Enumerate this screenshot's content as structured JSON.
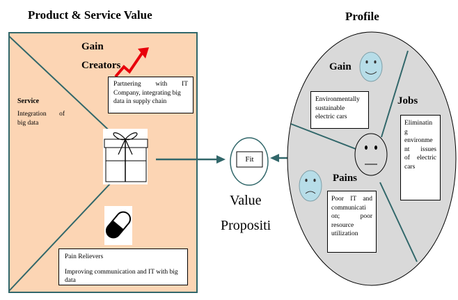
{
  "left_section": {
    "title": "Product & Service Value",
    "gain_creators": {
      "line1": "Gain",
      "line2": "Creators"
    },
    "gain_box": {
      "line1": "Partnering with IT",
      "line2": "Company, integrating big",
      "line3": "data in supply chain"
    },
    "service": {
      "title": "Service",
      "line1": "Integration of",
      "line2": "big data"
    },
    "pain_relievers": {
      "title": "Pain Relievers",
      "line1": "Improving communication and IT with big",
      "line2": "data"
    }
  },
  "center": {
    "fit_label": "Fit",
    "value_line1": "Value",
    "value_line2": "Propositi"
  },
  "right_section": {
    "title": "Profile",
    "gain_label": "Gain",
    "gain_box": {
      "line1": "Environmentally",
      "line2": "sustainable",
      "line3": "electric cars"
    },
    "jobs_label": "Jobs",
    "jobs_box": {
      "line1": "Eliminatin",
      "line2": "g",
      "line3": "environme",
      "line4": "nt issues",
      "line5": "of electric",
      "line6": "cars"
    },
    "pains_label": "Pains",
    "pains_box": {
      "line1": "Poor IT and",
      "line2": "communicati",
      "line3": "on; poor",
      "line4": "resource",
      "line5": "utilization"
    }
  },
  "colors": {
    "panel_fill": "#fcd5b4",
    "line_teal": "#31676a",
    "ellipse_fill": "#d9d9d9",
    "face_fill": "#b7dde8",
    "arrow_red": "#e8000b"
  }
}
